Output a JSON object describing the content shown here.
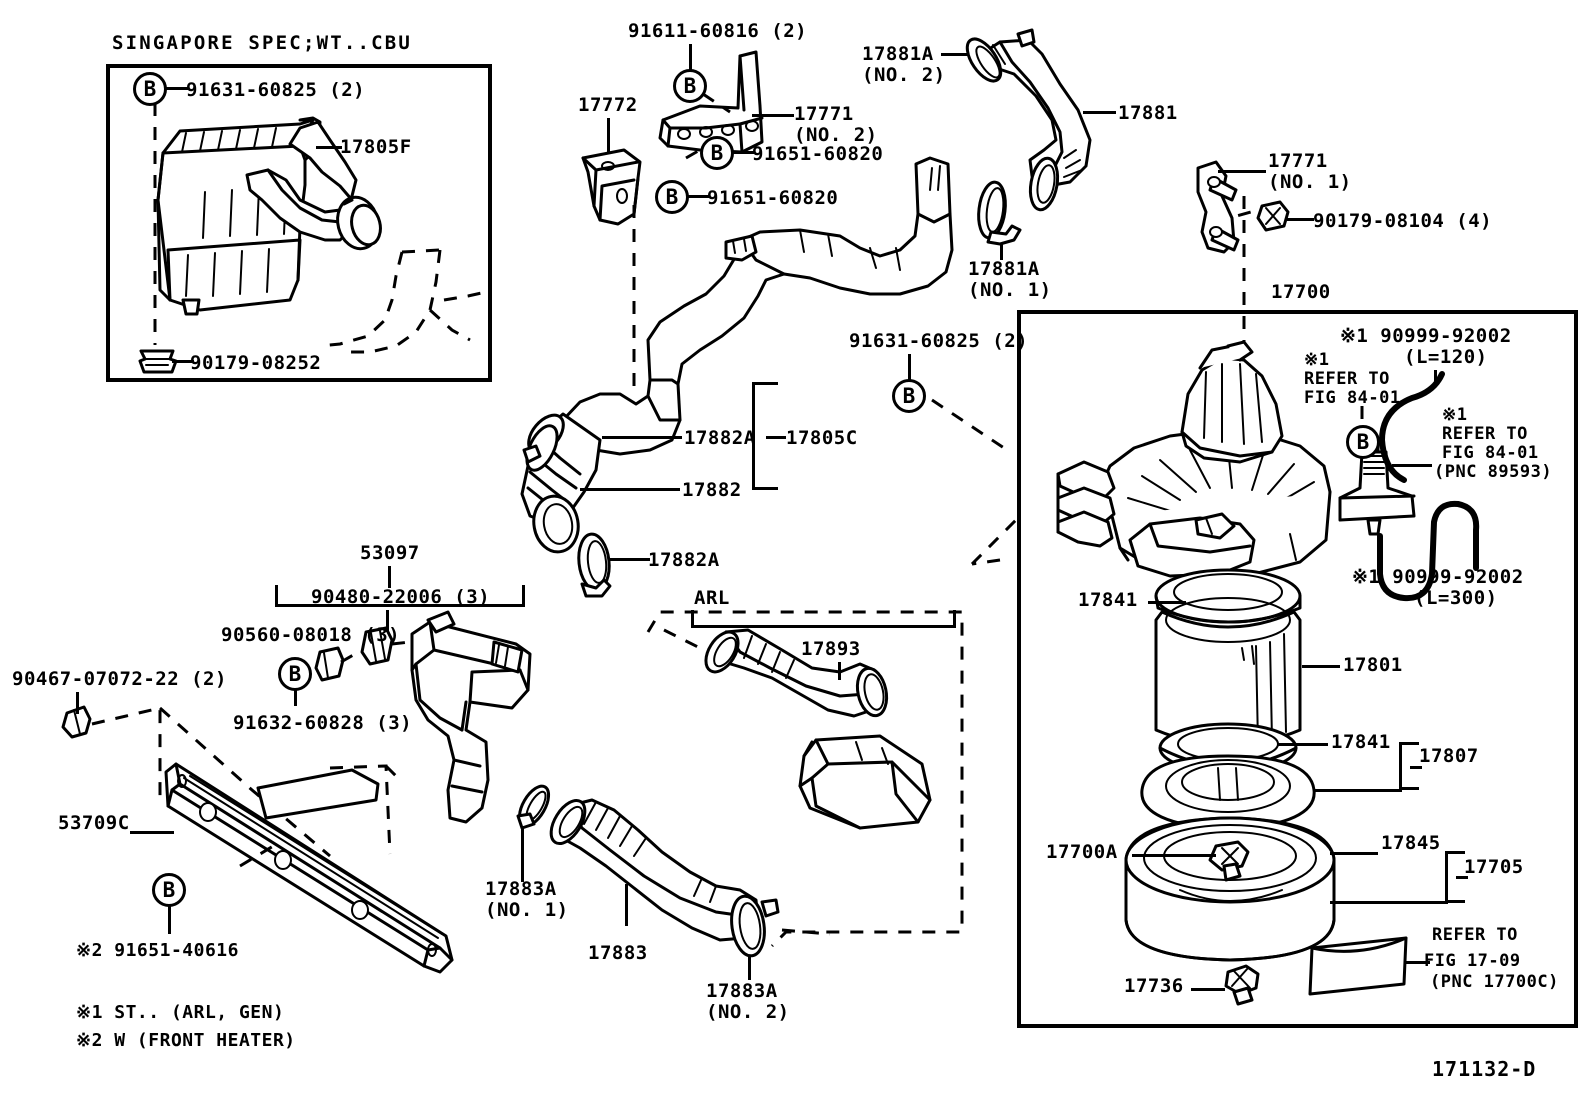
{
  "diagram": {
    "drawing_number": "171132-D",
    "inset_title": "SINGAPORE SPEC;WT..CBU",
    "arl_group_label": "ARL",
    "footnotes": [
      "※1 ST.. (ARL, GEN)",
      "※2 W (FRONT HEATER)"
    ]
  },
  "callouts": {
    "inset_bolt": "91631-60825 (2)",
    "inset_resonator": "17805F",
    "inset_grommet": "90179-08252",
    "bracket_bolt_top": "91611-60816 (2)",
    "bracket_17772": "17772",
    "bracket_17771_no2_line1": "17771",
    "bracket_17771_no2_line2": "(NO. 2)",
    "bolt_91651_60820_a": "91651-60820",
    "bolt_91651_60820_b": "91651-60820",
    "clamp_17881a_no2_line1": "17881A",
    "clamp_17881a_no2_line2": "(NO. 2)",
    "hose_17881": "17881",
    "clamp_17881a_no1_line1": "17881A",
    "clamp_17881a_no1_line2": "(NO. 1)",
    "bracket_17771_no1_line1": "17771",
    "bracket_17771_no1_line2": "(NO. 1)",
    "nut_90179_08104": "90179-08104 (4)",
    "assy_17700": "17700",
    "bolt_91631_60825_center": "91631-60825 (2)",
    "clamp_17882a_upper": "17882A",
    "hose_17805c": "17805C",
    "hose_17882": "17882",
    "clamp_17882a_lower": "17882A",
    "plate_53097": "53097",
    "bush_90480_22006": "90480-22006 (3)",
    "cushion_90560_08018": "90560-08018 (3)",
    "bolt_91632_60828": "91632-60828 (3)",
    "clip_90467_07072": "90467-07072-22 (2)",
    "cover_53709c": "53709C",
    "bolt_91651_40616": "※2 91651-40616",
    "hose_17893": "17893",
    "clamp_17883a_no1_line1": "17883A",
    "clamp_17883a_no1_line2": "(NO. 1)",
    "hose_17883": "17883",
    "clamp_17883a_no2_line1": "17883A",
    "clamp_17883a_no2_line2": "(NO. 2)",
    "hose_90999_92002_l120_line1": "※1 90999-92002",
    "hose_90999_92002_l120_line2": "(L=120)",
    "refer_fig_84_01_left_line1": "※1",
    "refer_fig_84_01_left_line2": "REFER TO",
    "refer_fig_84_01_left_line3": "FIG 84-01",
    "refer_fig_84_01_right_line1": "※1",
    "refer_fig_84_01_right_line2": "REFER TO",
    "refer_fig_84_01_right_line3": "FIG 84-01",
    "refer_fig_84_01_right_line4": "(PNC 89593)",
    "hose_90999_92002_l300_line1": "※1 90999-92002",
    "hose_90999_92002_l300_line2": "(L=300)",
    "gasket_17841_top": "17841",
    "element_17801": "17801",
    "gasket_17841_bottom": "17841",
    "cap_17807": "17807",
    "case_17700a": "17700A",
    "case_17845": "17845",
    "case_17705": "17705",
    "clip_17736": "17736",
    "refer_fig_17_09_line1": "REFER TO",
    "refer_fig_17_09_line2": "FIG 17-09",
    "refer_fig_17_09_line3": "(PNC 17700C)"
  },
  "icons": {
    "bolt_marker": "B",
    "reference_asterisk": "※"
  }
}
